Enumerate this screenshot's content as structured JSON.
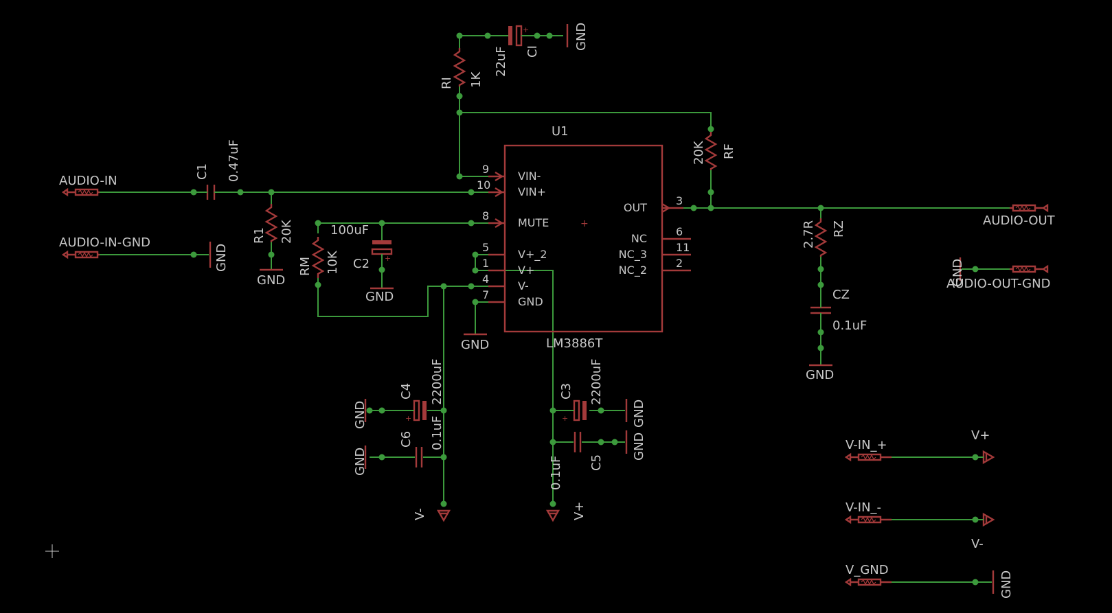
{
  "colors": {
    "background": "#000000",
    "wire": "#3c9a3c",
    "symbol": "#a33a3a",
    "text": "#c8c8c8"
  },
  "ic": {
    "name": "U1",
    "value": "LM3886T",
    "pins_left": [
      "VIN-",
      "VIN+",
      "MUTE",
      "V+_2",
      "V+",
      "V-",
      "GND"
    ],
    "pins_right": [
      "OUT",
      "NC",
      "NC_3",
      "NC_2"
    ],
    "pin_numbers_left": [
      "9",
      "10",
      "8",
      "5",
      "1",
      "4",
      "7"
    ],
    "pin_numbers_right": [
      "3",
      "6",
      "11",
      "2"
    ]
  },
  "components": {
    "c1": {
      "name": "C1",
      "value": "0.47uF"
    },
    "r1": {
      "name": "R1",
      "value": "20K"
    },
    "rm": {
      "name": "RM",
      "value": "10K"
    },
    "c2": {
      "name": "C2",
      "value": "100uF"
    },
    "ri": {
      "name": "RI",
      "value": "1K"
    },
    "ci": {
      "name": "CI",
      "value": "22uF"
    },
    "rf": {
      "name": "RF",
      "value": "20K"
    },
    "rz": {
      "name": "RZ",
      "value": "2.7R"
    },
    "cz": {
      "name": "CZ",
      "value": "0.1uF"
    },
    "c4": {
      "name": "C4",
      "value": "2200uF"
    },
    "c6": {
      "name": "C6",
      "value": "0.1uF"
    },
    "c3": {
      "name": "C3",
      "value": "2200uF"
    },
    "c5": {
      "name": "C5",
      "value": "0.1uF"
    }
  },
  "connectors": {
    "audio_in": "AUDIO-IN",
    "audio_in_gnd": "AUDIO-IN-GND",
    "audio_out": "AUDIO-OUT",
    "audio_out_gnd": "AUDIO-OUT-GND",
    "v_in_plus": "V-IN_+",
    "v_in_minus": "V-IN_-",
    "v_gnd": "V_GND"
  },
  "supplies": {
    "gnd": "GND",
    "v_plus": "V+",
    "v_minus": "V-"
  }
}
